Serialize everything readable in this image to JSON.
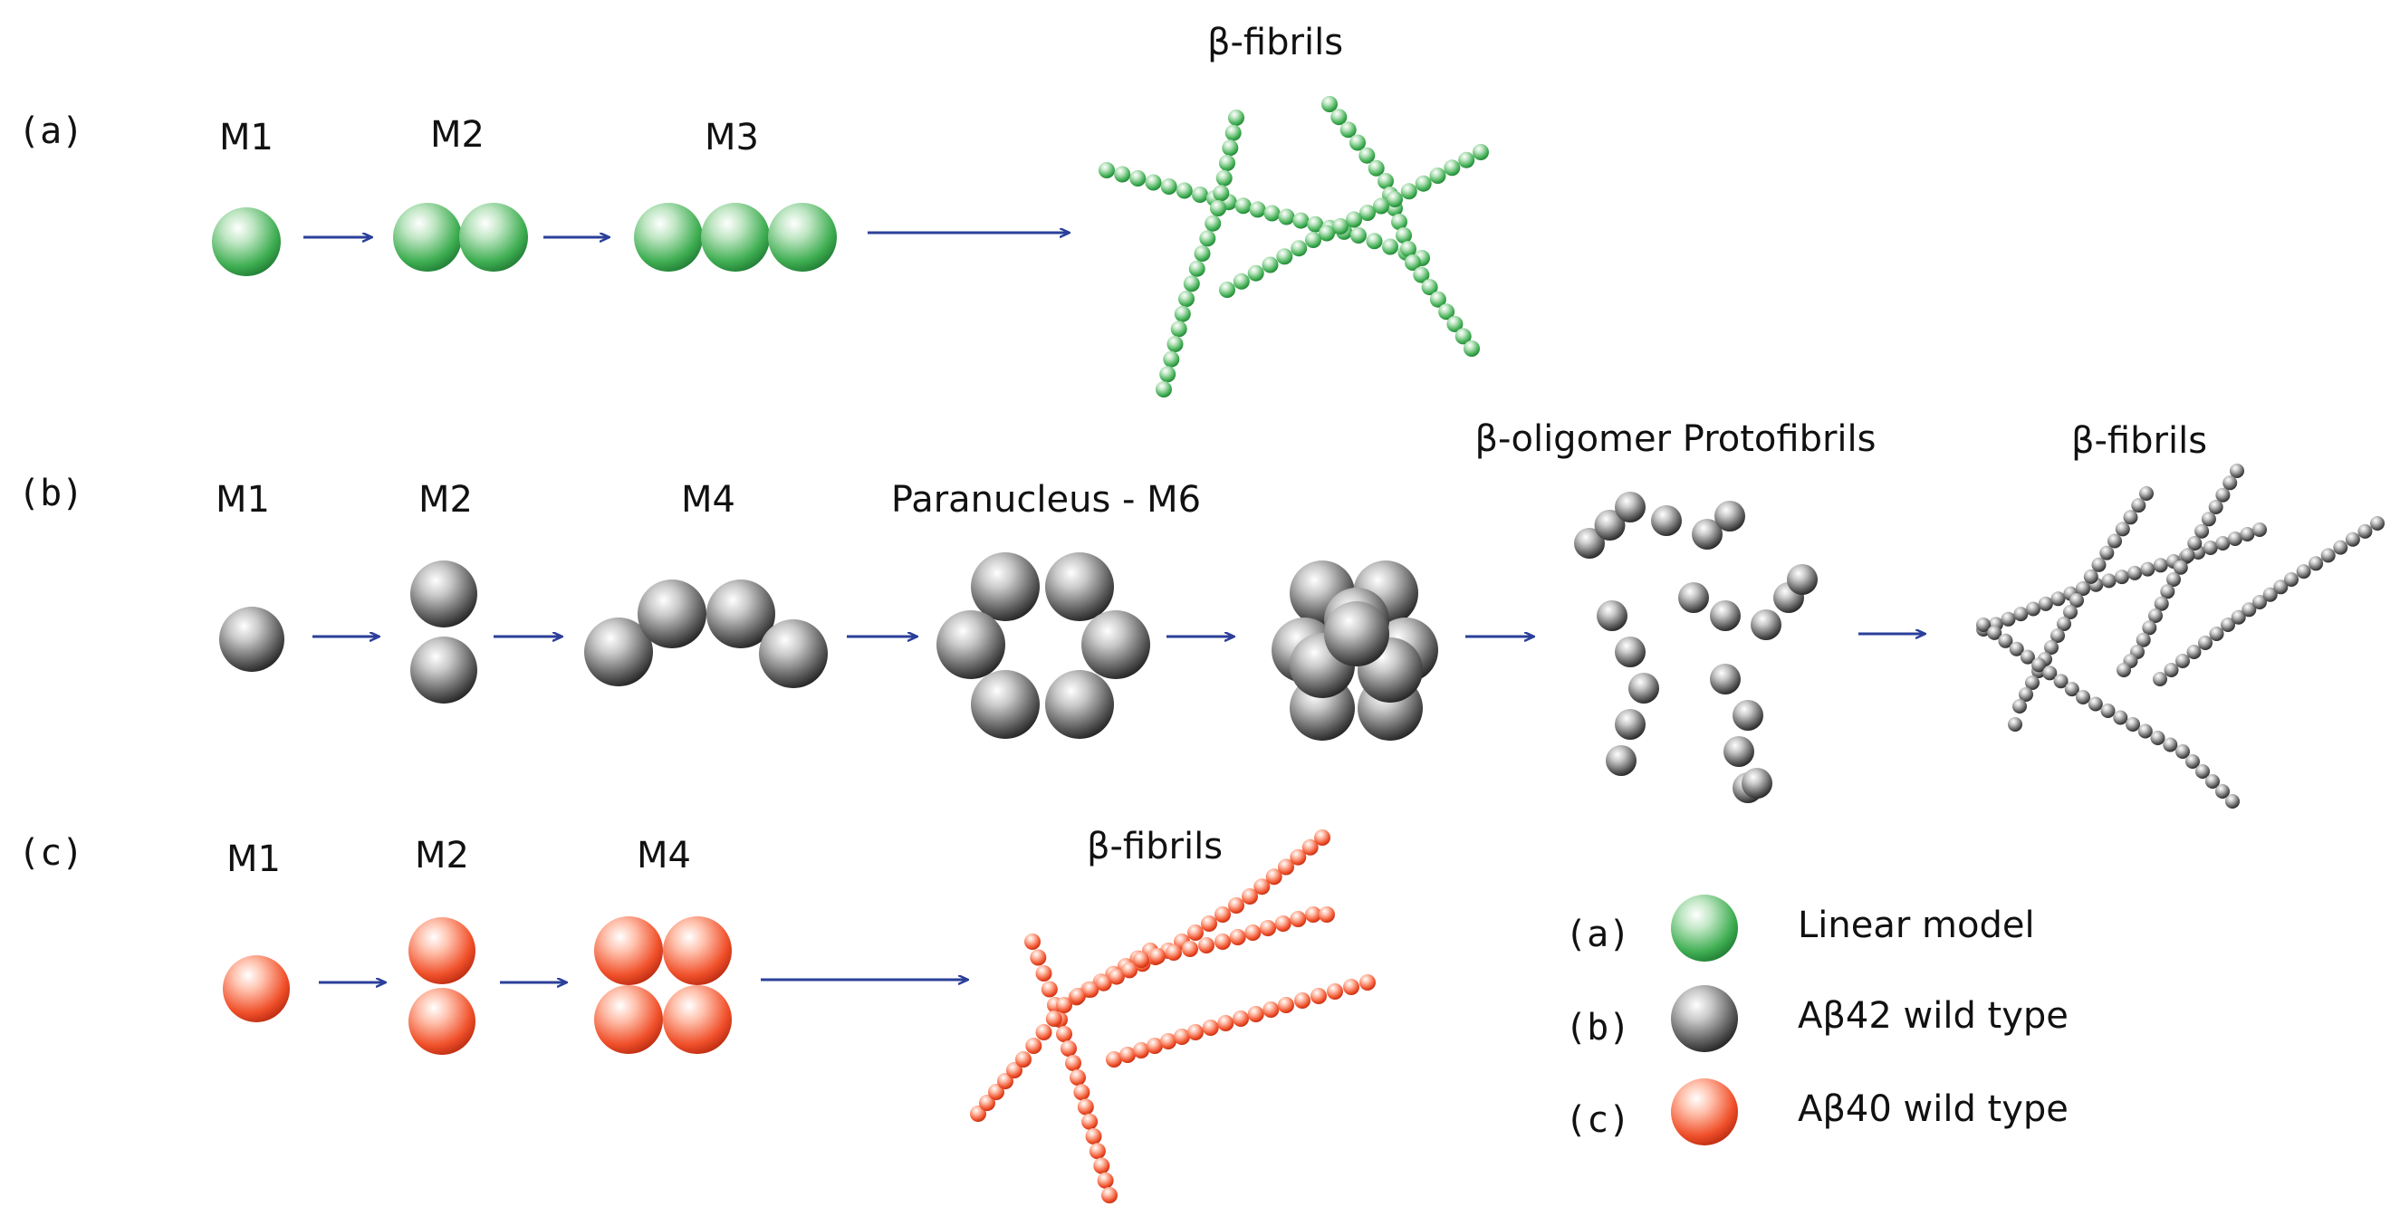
{
  "rows": {
    "a": {
      "tag": "(a)",
      "labels": {
        "m1": "M1",
        "m2": "M2",
        "m3": "M3",
        "fibrils": "β-fibrils"
      }
    },
    "b": {
      "tag": "(b)",
      "labels": {
        "m1": "M1",
        "m2": "M2",
        "m4": "M4",
        "paranucleus": "Paranucleus - M6",
        "protofibrils": "β-oligomer Protofibrils",
        "fibrils": "β-fibrils"
      }
    },
    "c": {
      "tag": "(c)",
      "labels": {
        "m1": "M1",
        "m2": "M2",
        "m4": "M4",
        "fibrils": "β-fibrils"
      }
    }
  },
  "legend": [
    {
      "tag": "(a)",
      "text": "Linear model",
      "color": "green"
    },
    {
      "tag": "(b)",
      "text": "Aβ42 wild type",
      "color": "gray"
    },
    {
      "tag": "(c)",
      "text": "Aβ40 wild type",
      "color": "red"
    }
  ],
  "colors": {
    "green": "#3fae52",
    "gray": "#555555",
    "red": "#f0502a",
    "arrow": "#2b3f9a"
  }
}
